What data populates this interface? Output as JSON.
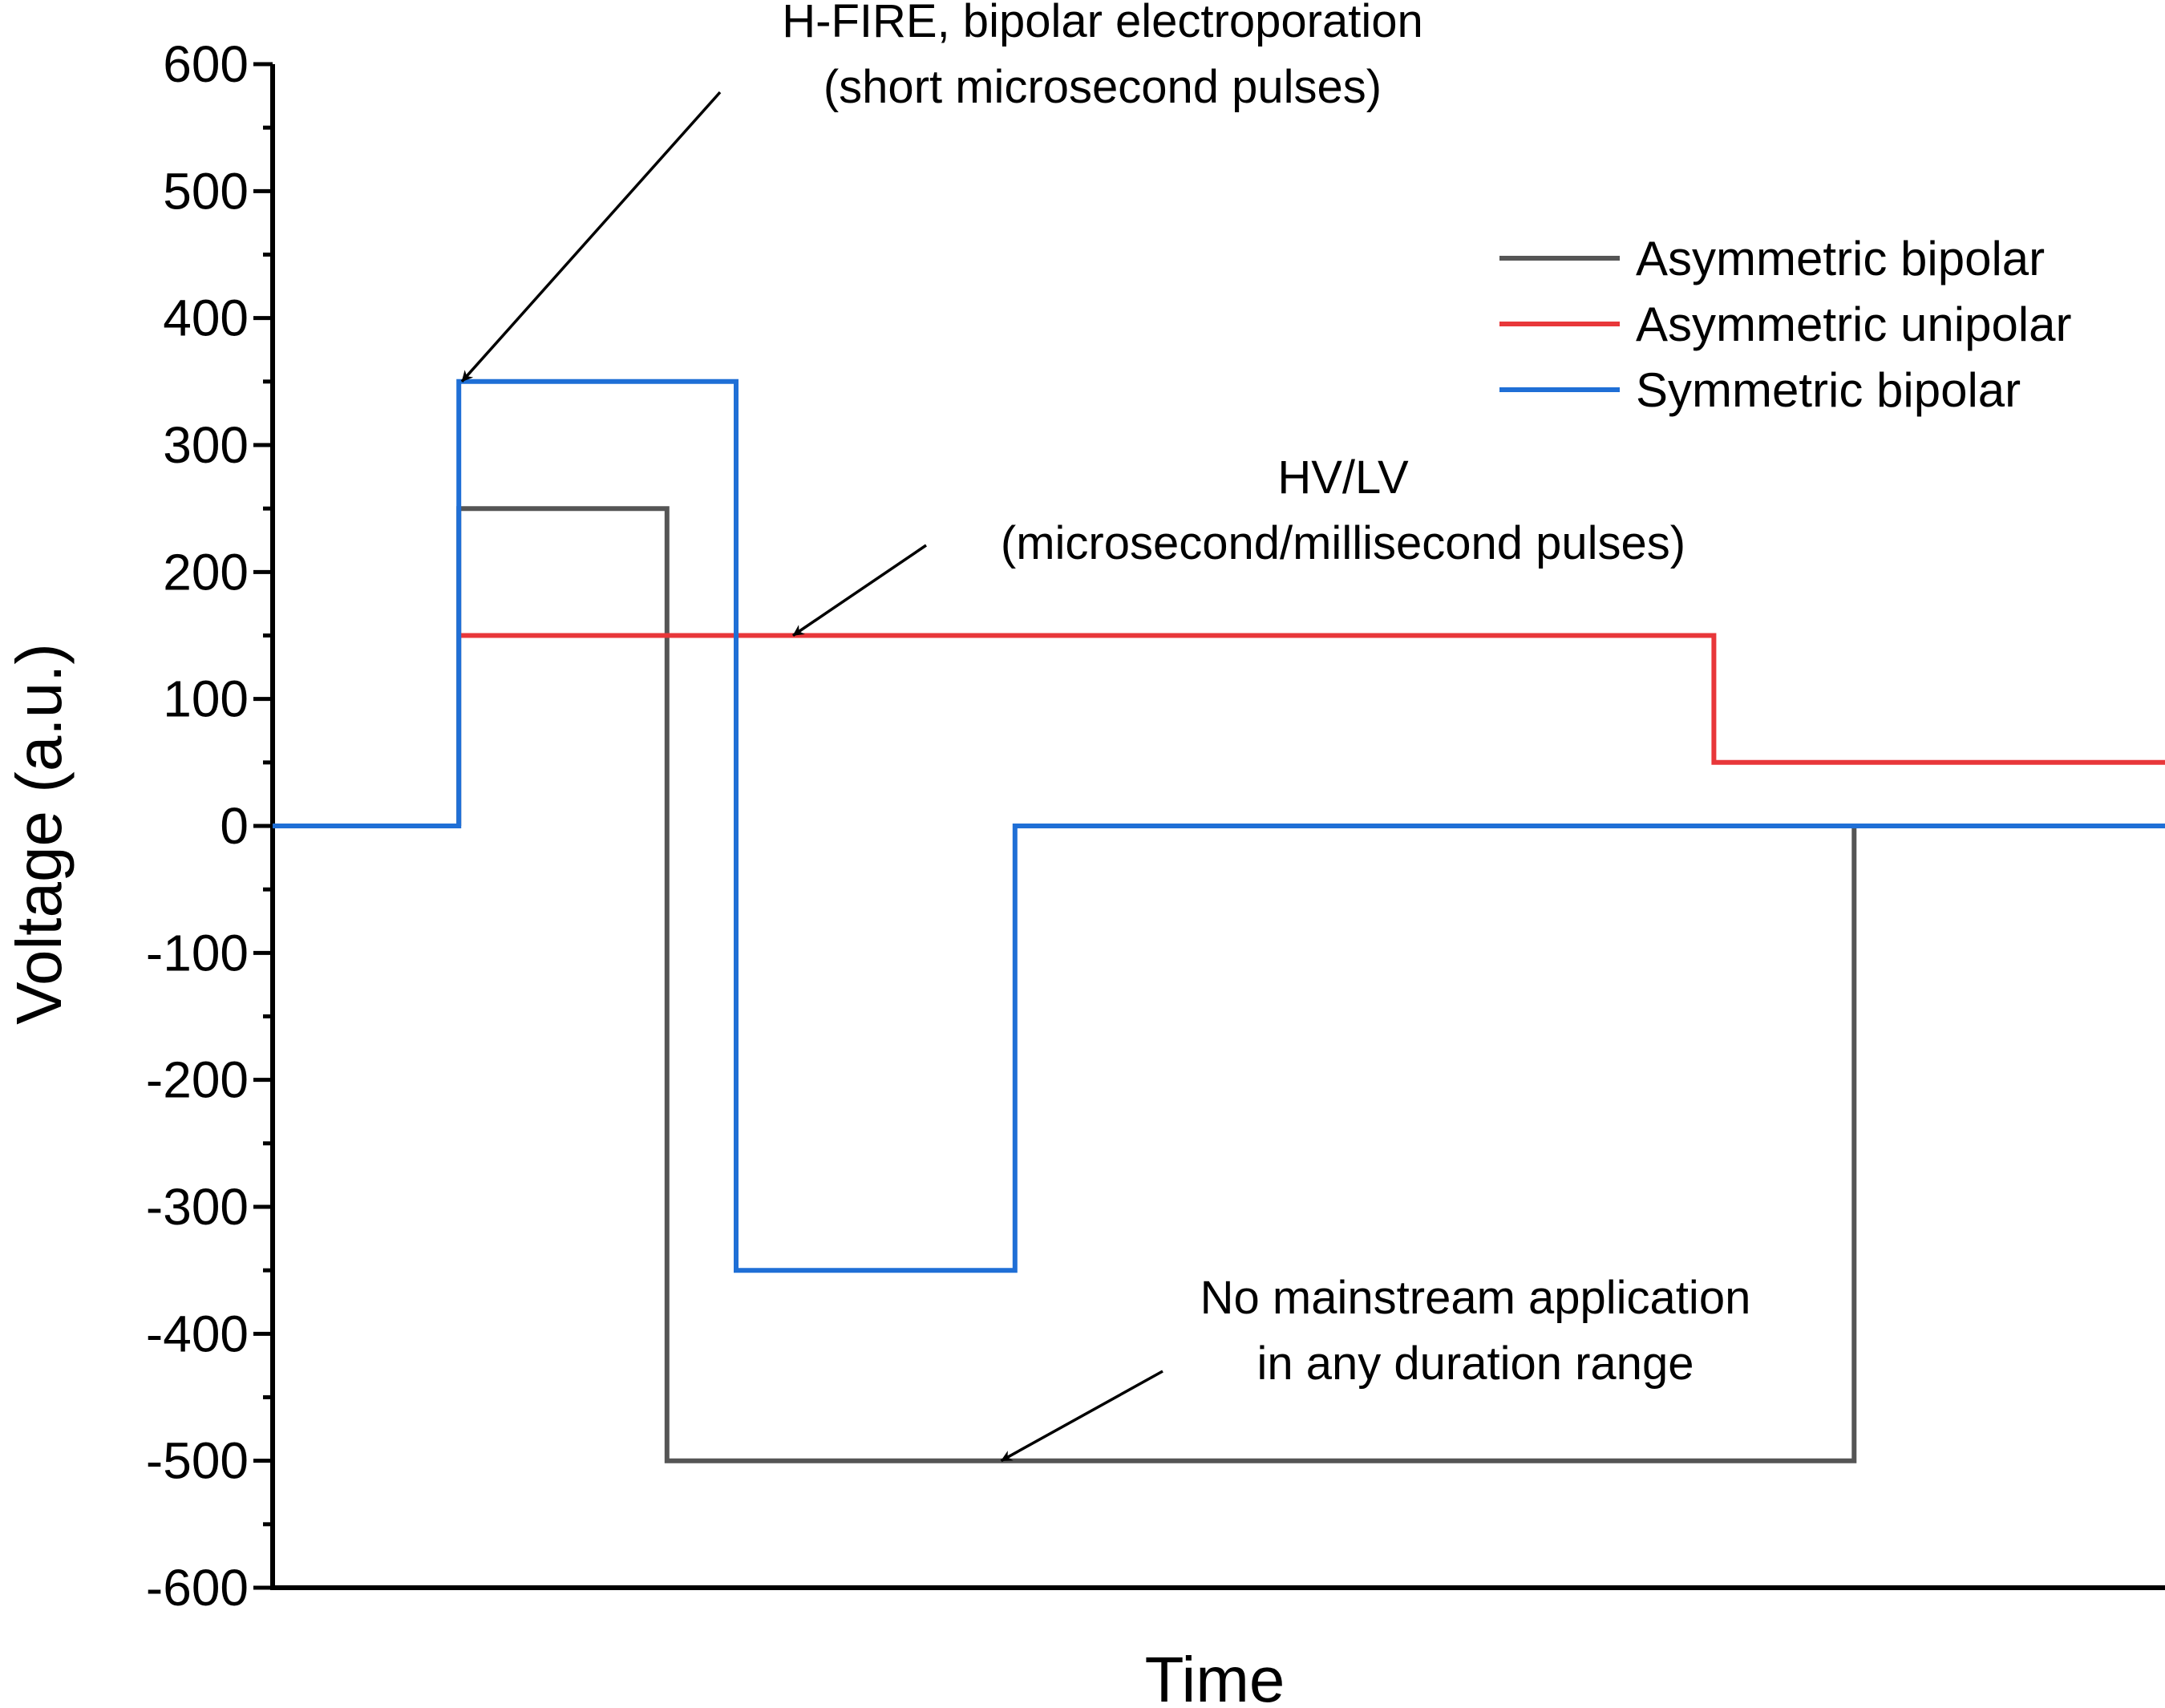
{
  "chart_data": {
    "type": "line",
    "title": "",
    "xlabel": "Time",
    "ylabel": "Voltage (a.u.)",
    "ylim": [
      -600,
      600
    ],
    "ytick_step": 100,
    "yminor_step": 50,
    "x_tick_labels_shown": false,
    "grid": false,
    "legend_position": "top-right",
    "series": [
      {
        "name": "Asymmetric bipolar",
        "color": "#555555",
        "step": true,
        "points": [
          [
            0.0984,
            0
          ],
          [
            0.0984,
            250
          ],
          [
            0.2084,
            250
          ],
          [
            0.2084,
            -500
          ],
          [
            0.8357,
            -500
          ],
          [
            0.8357,
            0
          ]
        ]
      },
      {
        "name": "Asymmetric unipolar",
        "color": "#e8373a",
        "step": true,
        "points": [
          [
            0.0984,
            150
          ],
          [
            0.7616,
            150
          ],
          [
            0.7616,
            50
          ],
          [
            1.0,
            50
          ]
        ]
      },
      {
        "name": "Symmetric bipolar",
        "color": "#1f6fd6",
        "step": true,
        "points": [
          [
            0.0,
            0
          ],
          [
            0.0984,
            0
          ],
          [
            0.0984,
            350
          ],
          [
            0.2449,
            350
          ],
          [
            0.2449,
            -350
          ],
          [
            0.3923,
            -350
          ],
          [
            0.3923,
            0
          ],
          [
            1.0,
            0
          ]
        ]
      }
    ],
    "annotations": [
      {
        "lines": [
          "H-FIRE, bipolar electroporation",
          "(short microsecond pulses)"
        ],
        "arrow_to": [
          0.1,
          350
        ]
      },
      {
        "lines": [
          "HV/LV",
          "(microsecond/millisecond pulses)"
        ],
        "arrow_to": [
          0.275,
          150
        ]
      },
      {
        "lines": [
          "No mainstream application",
          "in any duration range"
        ],
        "arrow_to": [
          0.385,
          -500
        ]
      }
    ]
  }
}
